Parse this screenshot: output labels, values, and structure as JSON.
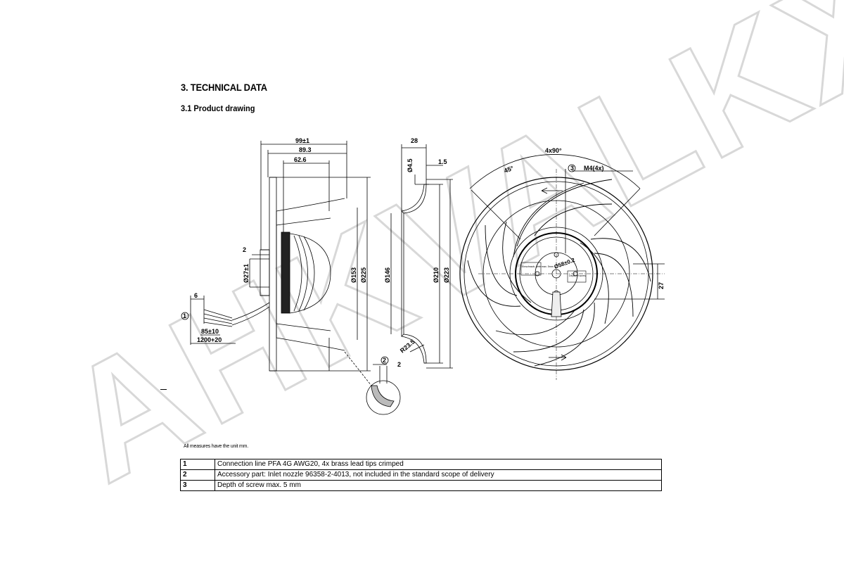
{
  "heading": "3. TECHNICAL DATA",
  "subheading": "3.1 Product drawing",
  "units_note": "All measures have the unit mm.",
  "watermark": "AHKVALKX",
  "dims": {
    "d99": "99±1",
    "d89": "89.3",
    "d62": "62.6",
    "d2a": "2",
    "d27": "Ø27±1",
    "d153": "Ø153",
    "d225": "Ø225",
    "d6": "6",
    "d85": "85±10",
    "d1200": "1200+20",
    "d28": "28",
    "d45": "Ø4.5",
    "d15": "1.5",
    "d146": "Ø146",
    "d210": "Ø210",
    "d223": "Ø223",
    "r235": "R23.5",
    "d2b": "2",
    "a4x90": "4x90°",
    "a45": "45°",
    "m4": "M4(4x)",
    "d58": "Ø58±0.2",
    "d27b": "27",
    "label_left": "Einschraub- tiefe max. 5mm",
    "label_right": "Depth of screw",
    "c1": "1",
    "c2": "2",
    "c3": "3"
  },
  "notes": [
    {
      "num": "1",
      "text": "Connection line PFA 4G AWG20, 4x brass lead tips crimped"
    },
    {
      "num": "2",
      "text": "Accessory part: Inlet nozzle 96358-2-4013, not included in the standard scope of delivery"
    },
    {
      "num": "3",
      "text": "Depth of screw max. 5 mm"
    }
  ]
}
